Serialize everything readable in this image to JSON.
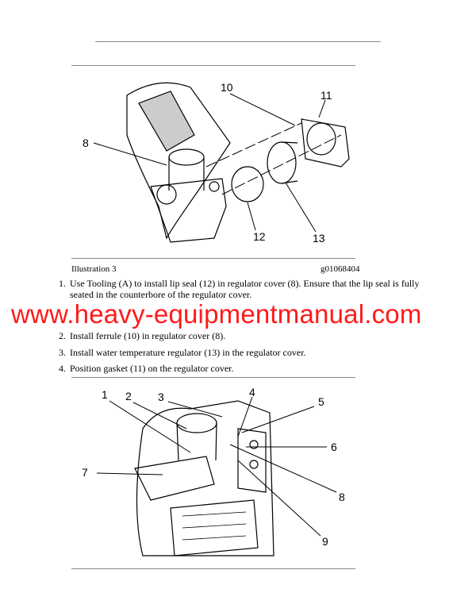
{
  "illustration_1": {
    "caption": "Illustration 3",
    "graphic_id": "g01068404",
    "callouts": [
      "10",
      "11",
      "8",
      "12",
      "13"
    ]
  },
  "steps": [
    {
      "num": "1.",
      "line1": "Use Tooling (A) to install lip seal (12) in regulator cover (8). Ensure that the lip seal is fully",
      "line2": "seated in the counterbore of the regulator cover."
    },
    {
      "num": "2.",
      "line1": "Install ferrule (10) in regulator cover (8)."
    },
    {
      "num": "3.",
      "line1": "Install water temperature regulator (13) in the regulator cover."
    },
    {
      "num": "4.",
      "line1": "Position gasket (11) on the regulator cover."
    }
  ],
  "illustration_2": {
    "callouts": [
      "1",
      "2",
      "3",
      "4",
      "5",
      "6",
      "7",
      "8",
      "9"
    ]
  },
  "watermark": "www.heavy-equipmentmanual.com",
  "colors": {
    "watermark": "#ff1a1a",
    "rule": "#888888"
  }
}
